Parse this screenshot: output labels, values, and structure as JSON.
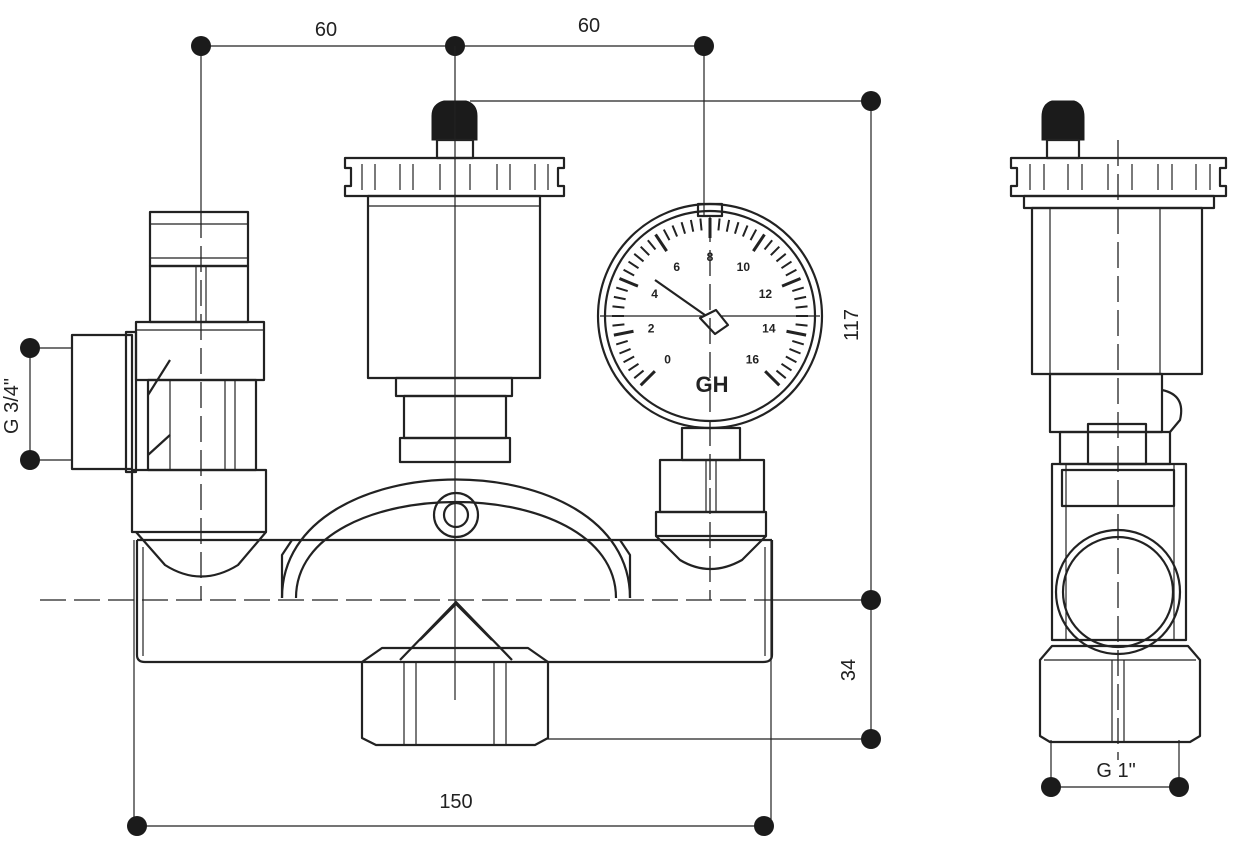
{
  "dimensions": {
    "top_left_spacing": "60",
    "top_right_spacing": "60",
    "overall_height": "117",
    "lower_height": "34",
    "overall_width": "150",
    "inlet_thread": "G 3/4\"",
    "outlet_thread": "G 1\""
  },
  "gauge": {
    "scale_labels": [
      "0",
      "2",
      "4",
      "6",
      "8",
      "10",
      "12",
      "14",
      "16"
    ],
    "brand_mark": "GH"
  },
  "colors": {
    "line": "#222222",
    "dot": "#1b1b1b",
    "background": "#ffffff"
  }
}
